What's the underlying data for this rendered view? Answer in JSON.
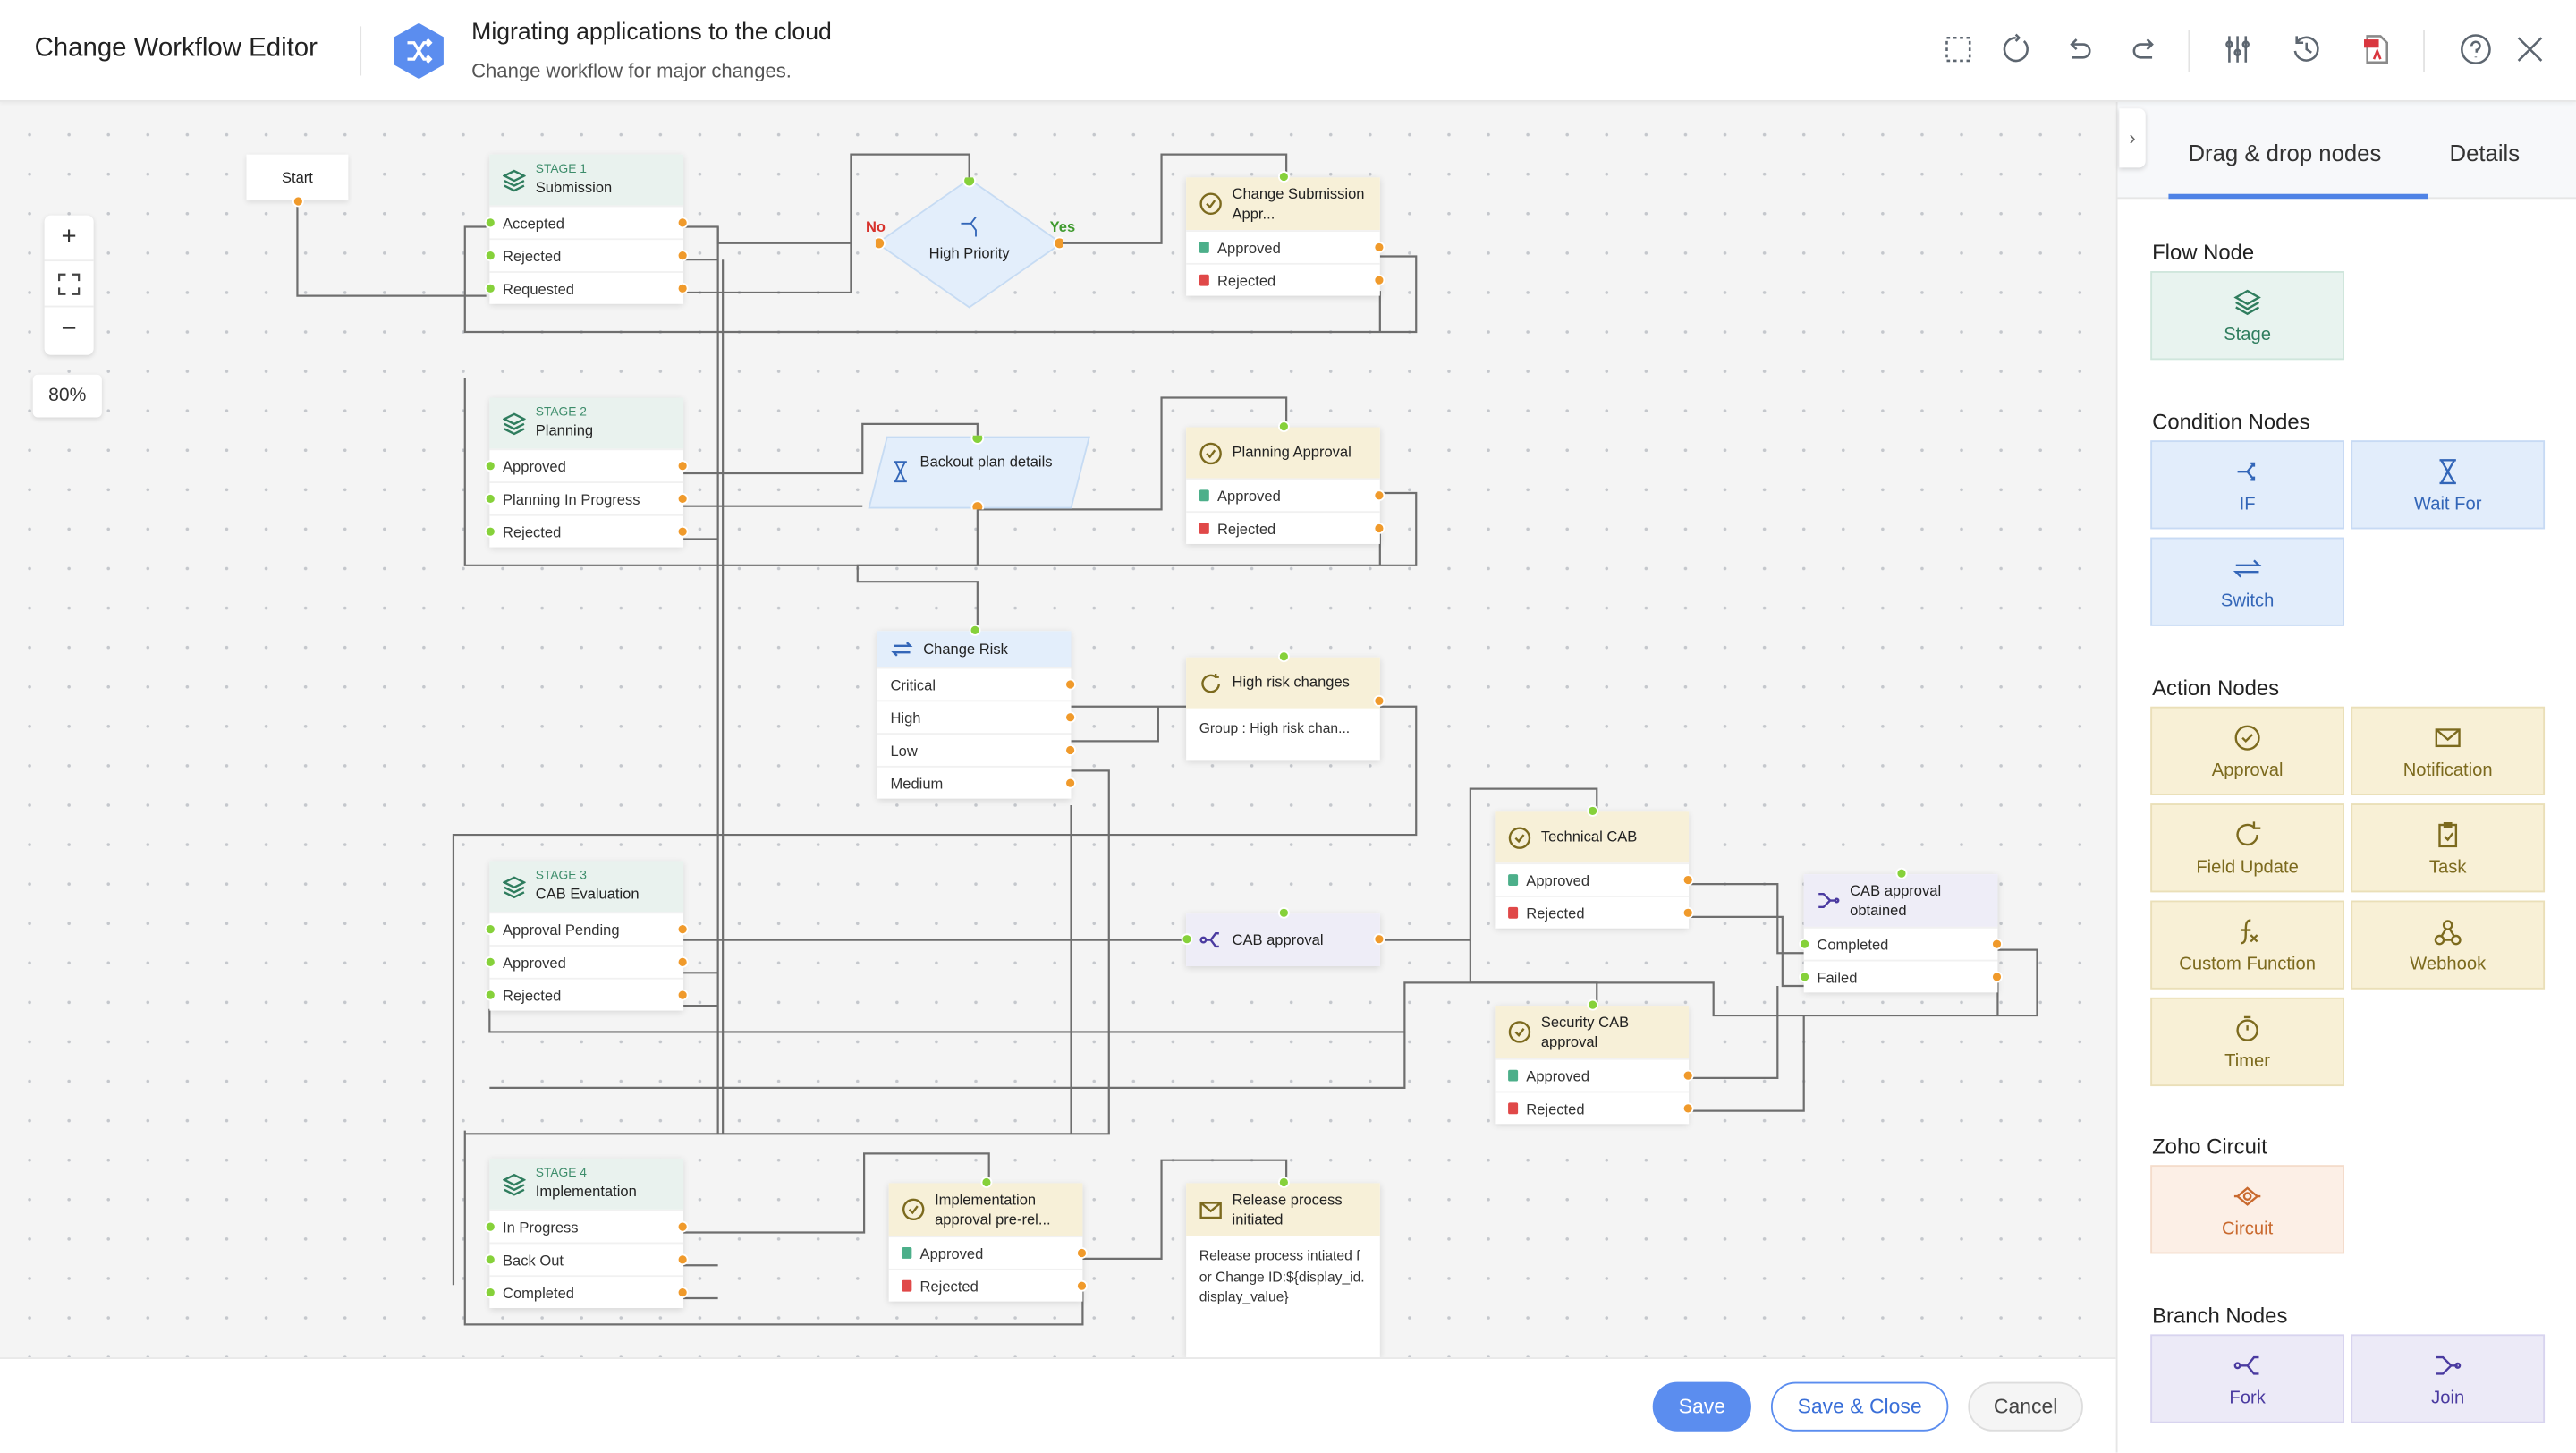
{
  "header": {
    "app_title": "Change Workflow Editor",
    "workflow_title": "Migrating applications to the cloud",
    "workflow_subtitle": "Change workflow for major changes.",
    "toolbar_icons": [
      "select-area-icon",
      "refresh-icon",
      "undo-icon",
      "redo-icon",
      "settings-sliders-icon",
      "history-icon",
      "pdf-export-icon",
      "help-icon",
      "close-icon"
    ],
    "accent_color": "#5b8def"
  },
  "canvas": {
    "zoom_level": "80%",
    "zoom_in": "+",
    "zoom_out": "−",
    "start_label": "Start",
    "decision": {
      "title": "High Priority",
      "no_label": "No",
      "yes_label": "Yes"
    },
    "backout": {
      "title": "Backout plan details"
    },
    "nodes": [
      {
        "kind": "stage",
        "stage": "STAGE 1",
        "title": "Submission",
        "rows": [
          "Accepted",
          "Rejected",
          "Requested"
        ]
      },
      {
        "kind": "appr",
        "title": "Change Submission Appr...",
        "rows": [
          "Approved",
          "Rejected"
        ]
      },
      {
        "kind": "stage",
        "stage": "STAGE 2",
        "title": "Planning",
        "rows": [
          "Approved",
          "Planning In Progress",
          "Rejected"
        ]
      },
      {
        "kind": "appr",
        "title": "Planning Approval",
        "rows": [
          "Approved",
          "Rejected"
        ]
      },
      {
        "kind": "cond",
        "title": "Change Risk",
        "rows": [
          "Critical",
          "High",
          "Low",
          "Medium"
        ]
      },
      {
        "kind": "task",
        "title": "High risk changes",
        "body": "Group : High risk chan..."
      },
      {
        "kind": "stage",
        "stage": "STAGE 3",
        "title": "CAB Evaluation",
        "rows": [
          "Approval Pending",
          "Approved",
          "Rejected"
        ]
      },
      {
        "kind": "fork",
        "title": "CAB approval",
        "rows": []
      },
      {
        "kind": "appr",
        "title": "Technical CAB",
        "rows": [
          "Approved",
          "Rejected"
        ]
      },
      {
        "kind": "join",
        "title": "CAB approval obtained",
        "rows": [
          "Completed",
          "Failed"
        ]
      },
      {
        "kind": "appr",
        "title": "Security CAB approval",
        "rows": [
          "Approved",
          "Rejected"
        ]
      },
      {
        "kind": "stage",
        "stage": "STAGE 4",
        "title": "Implementation",
        "rows": [
          "In Progress",
          "Back Out",
          "Completed"
        ]
      },
      {
        "kind": "appr",
        "title": "Implementation approval pre-rel...",
        "rows": [
          "Approved",
          "Rejected"
        ]
      },
      {
        "kind": "notif",
        "title": "Release process initiated",
        "body": "Release process intiated for Change ID:${display_id.display_value}"
      }
    ]
  },
  "footer": {
    "save": "Save",
    "save_close": "Save & Close",
    "cancel": "Cancel"
  },
  "panel": {
    "tabs": [
      "Drag & drop nodes",
      "Details"
    ],
    "active_tab": "Drag & drop nodes",
    "sections": [
      {
        "title": "Flow Node",
        "items": [
          "Stage"
        ]
      },
      {
        "title": "Condition Nodes",
        "items": [
          "IF",
          "Wait For",
          "Switch"
        ]
      },
      {
        "title": "Action Nodes",
        "items": [
          "Approval",
          "Notification",
          "Field Update",
          "Task",
          "Custom Function",
          "Webhook",
          "Timer"
        ]
      },
      {
        "title": "Zoho Circuit",
        "items": [
          "Circuit"
        ]
      },
      {
        "title": "Branch Nodes",
        "items": [
          "Fork",
          "Join"
        ]
      }
    ]
  }
}
